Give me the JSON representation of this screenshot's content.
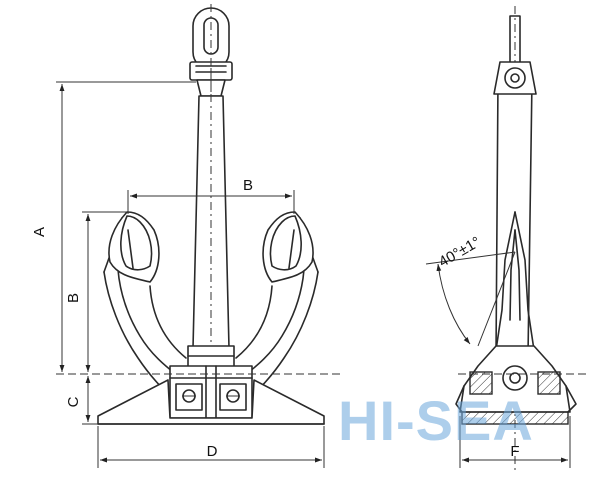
{
  "dimensions": {
    "A": "A",
    "B_top": "B",
    "B_side": "B",
    "C": "C",
    "D": "D",
    "F": "F",
    "angle": "40°±1°"
  },
  "watermark": {
    "text": "HI-SEA",
    "color": "#6aa6da"
  },
  "colors": {
    "line": "#2a2a2a",
    "background": "#ffffff"
  }
}
